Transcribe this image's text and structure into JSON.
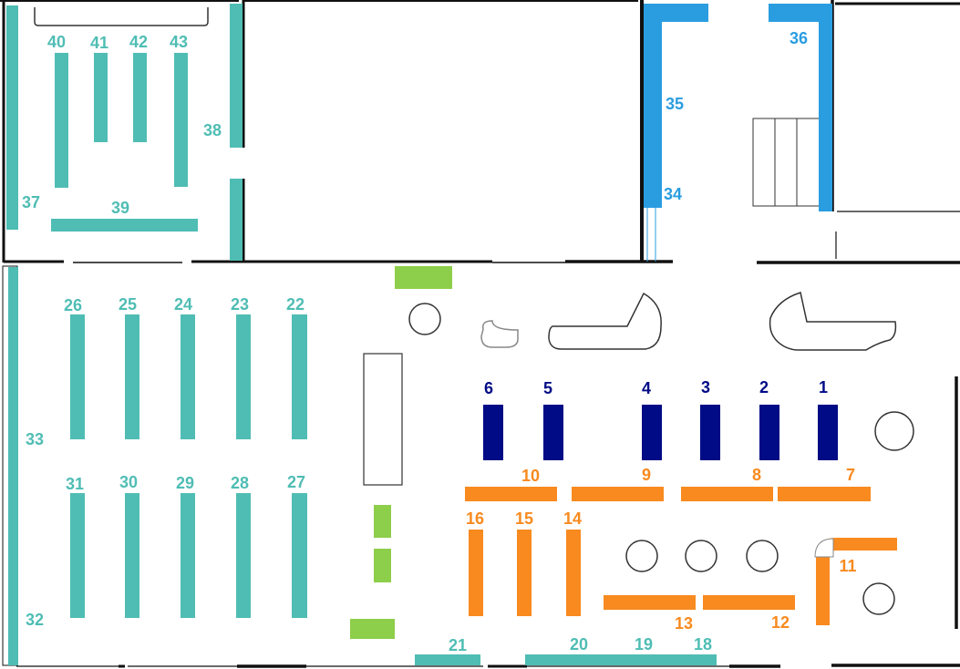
{
  "colors": {
    "teal": "#4fbdb4",
    "blue": "#2a9de0",
    "navy": "#000b85",
    "orange": "#f88a1f",
    "green": "#8dce4a",
    "wall": "#111111",
    "outline": "#333333"
  },
  "sections": {
    "teal": {
      "color_key": "teal",
      "units": [
        {
          "label": "40"
        },
        {
          "label": "41"
        },
        {
          "label": "42"
        },
        {
          "label": "43"
        },
        {
          "label": "38"
        },
        {
          "label": "37"
        },
        {
          "label": "39"
        },
        {
          "label": "26"
        },
        {
          "label": "25"
        },
        {
          "label": "24"
        },
        {
          "label": "23"
        },
        {
          "label": "22"
        },
        {
          "label": "33"
        },
        {
          "label": "31"
        },
        {
          "label": "30"
        },
        {
          "label": "29"
        },
        {
          "label": "28"
        },
        {
          "label": "27"
        },
        {
          "label": "32"
        },
        {
          "label": "21"
        },
        {
          "label": "20"
        },
        {
          "label": "19"
        },
        {
          "label": "18"
        }
      ]
    },
    "blue": {
      "color_key": "blue",
      "units": [
        {
          "label": "35"
        },
        {
          "label": "34"
        },
        {
          "label": "36"
        }
      ]
    },
    "navy": {
      "color_key": "navy",
      "units": [
        {
          "label": "6"
        },
        {
          "label": "5"
        },
        {
          "label": "4"
        },
        {
          "label": "3"
        },
        {
          "label": "2"
        },
        {
          "label": "1"
        }
      ]
    },
    "orange": {
      "color_key": "orange",
      "units": [
        {
          "label": "10"
        },
        {
          "label": "9"
        },
        {
          "label": "8"
        },
        {
          "label": "7"
        },
        {
          "label": "16"
        },
        {
          "label": "15"
        },
        {
          "label": "14"
        },
        {
          "label": "11"
        },
        {
          "label": "13"
        },
        {
          "label": "12"
        }
      ]
    }
  }
}
